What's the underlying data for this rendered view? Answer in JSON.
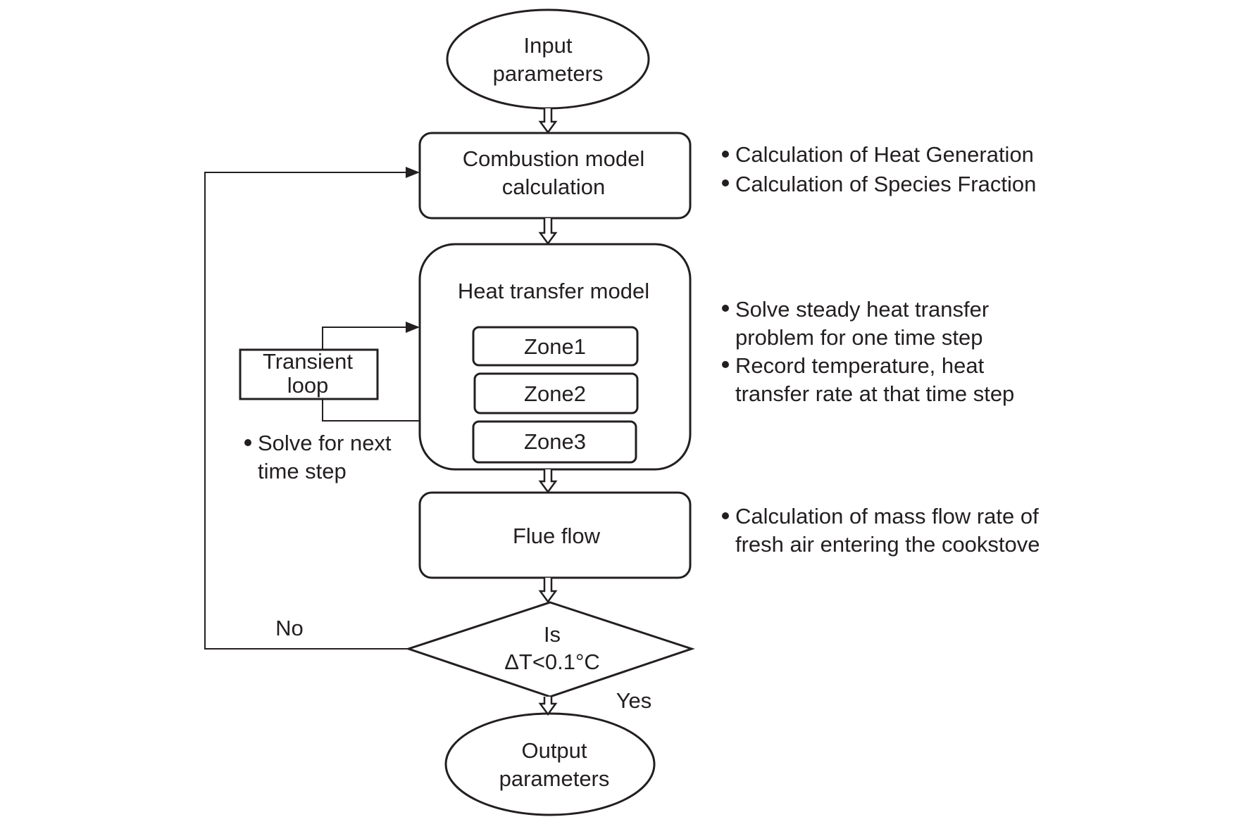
{
  "nodes": {
    "input": [
      "Input",
      "parameters"
    ],
    "combustion": [
      "Combustion model",
      "calculation"
    ],
    "heat_transfer": "Heat transfer model",
    "zones": [
      "Zone1",
      "Zone2",
      "Zone3"
    ],
    "transient_loop": [
      "Transient",
      "loop"
    ],
    "flue_flow": "Flue flow",
    "decision": [
      "Is",
      "ΔT<0.1°C"
    ],
    "output": [
      "Output",
      "parameters"
    ]
  },
  "edge_labels": {
    "no": "No",
    "yes": "Yes"
  },
  "notes": {
    "combustion": [
      [
        "Calculation of Heat Generation"
      ],
      [
        "Calculation of Species Fraction"
      ]
    ],
    "heat_transfer": [
      [
        "Solve steady heat transfer",
        "problem for one time step"
      ],
      [
        "Record temperature, heat",
        "transfer rate at that time step"
      ]
    ],
    "transient": [
      [
        "Solve for next",
        "time step"
      ]
    ],
    "flue_flow": [
      [
        "Calculation of mass flow rate of",
        "fresh air entering the cookstove"
      ]
    ]
  },
  "colors": {
    "ink": "#231f20",
    "background": "#ffffff"
  }
}
